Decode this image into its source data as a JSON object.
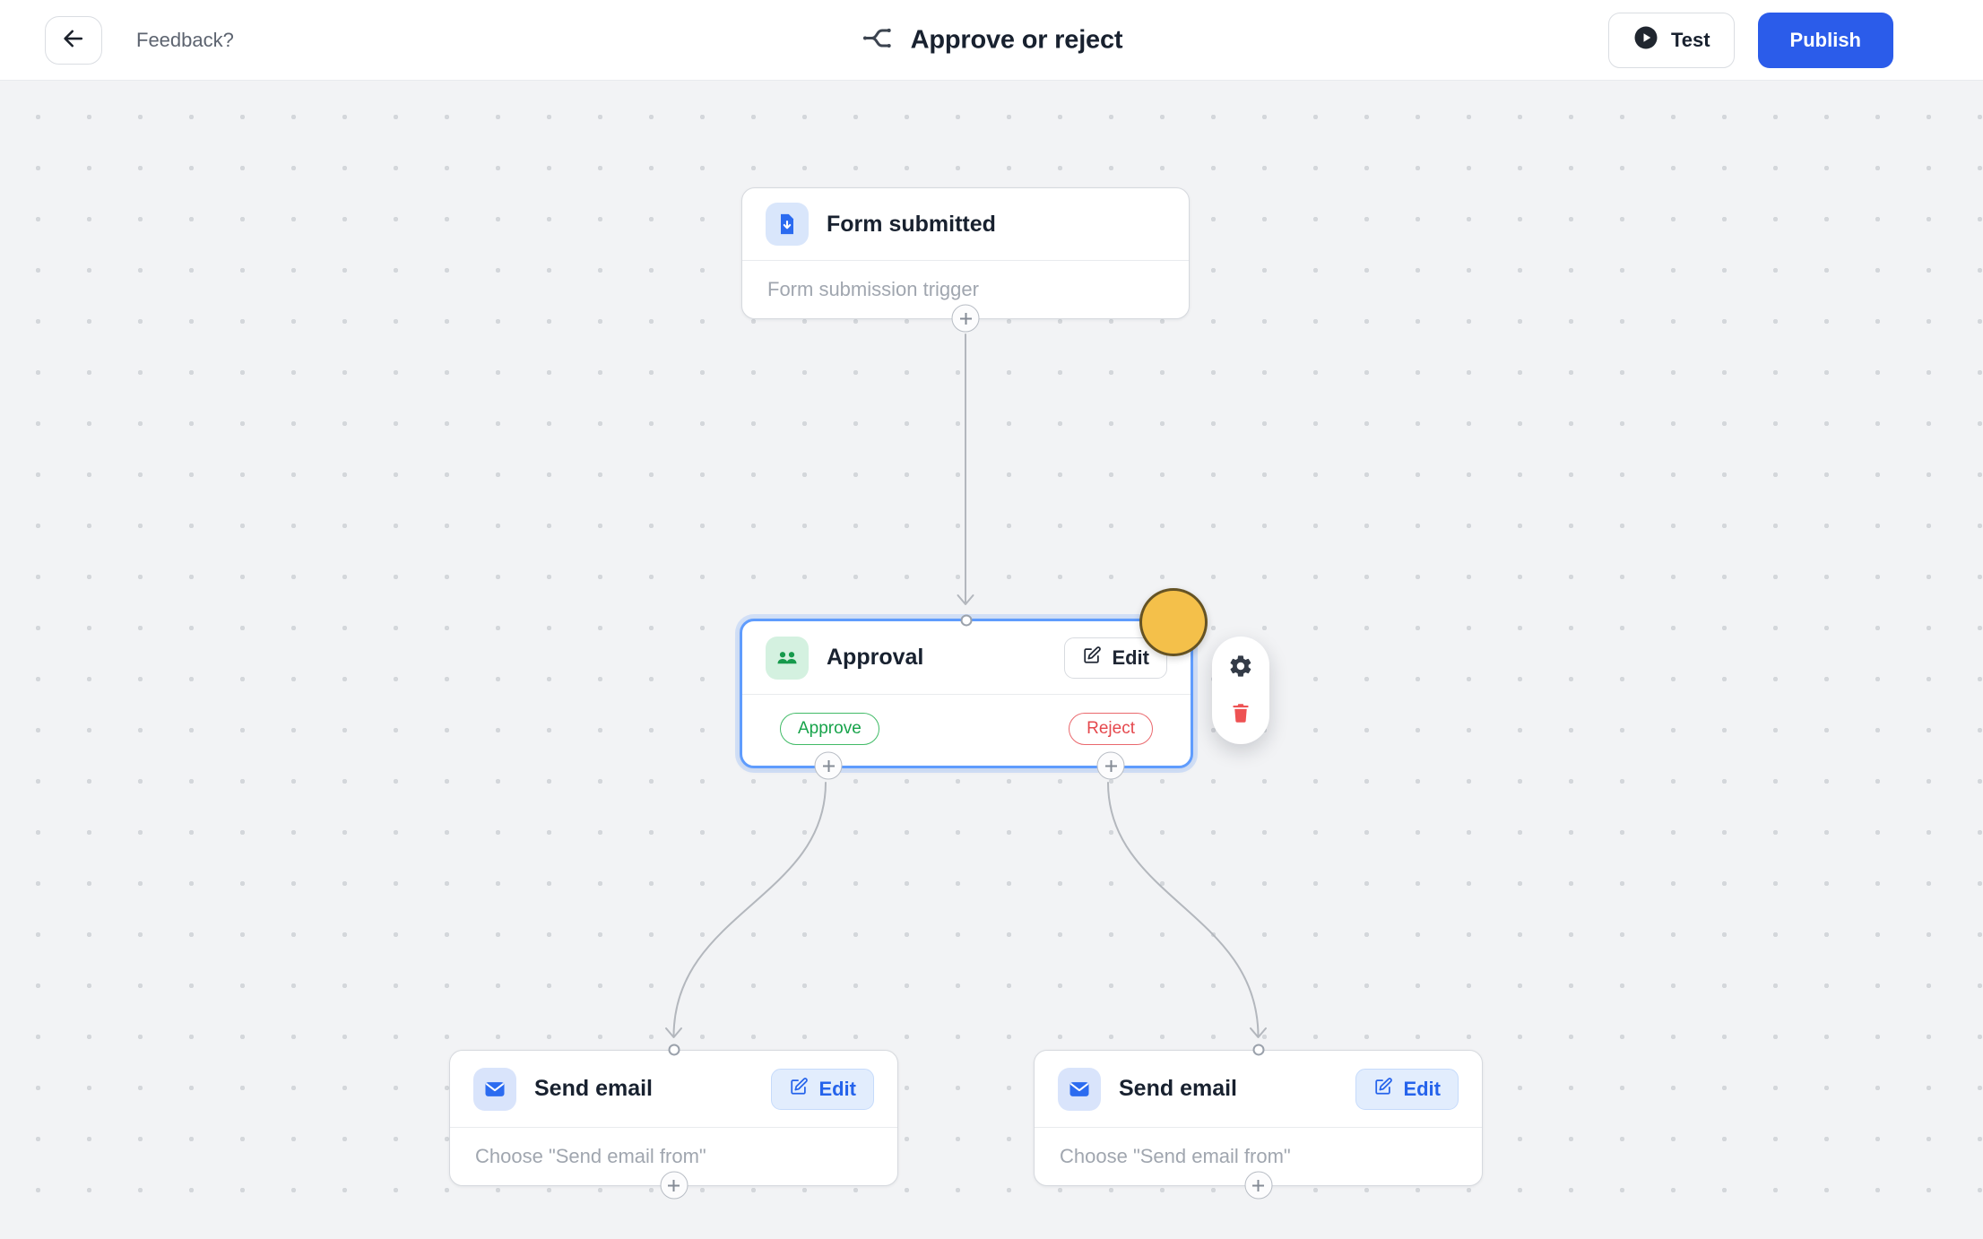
{
  "topbar": {
    "feedback_label": "Feedback?",
    "title": "Approve or reject",
    "test_label": "Test",
    "publish_label": "Publish"
  },
  "canvas": {
    "trigger_node": {
      "title": "Form submitted",
      "subtitle": "Form submission trigger"
    },
    "approval_node": {
      "title": "Approval",
      "edit_label": "Edit",
      "approve_label": "Approve",
      "reject_label": "Reject"
    },
    "email_nodes": [
      {
        "title": "Send email",
        "edit_label": "Edit",
        "subtitle": "Choose \"Send email from\""
      },
      {
        "title": "Send email",
        "edit_label": "Edit",
        "subtitle": "Choose \"Send email from\""
      }
    ]
  },
  "icons": {
    "back": "arrow-left-icon",
    "title": "workflow-branch-icon",
    "test": "play-icon",
    "trigger": "form-download-icon",
    "approval": "users-icon",
    "edit": "pencil-square-icon",
    "email": "envelope-icon",
    "settings": "gear-icon",
    "delete": "trash-icon",
    "connector": "plus-icon"
  },
  "colors": {
    "publish_blue": "#2b5cea",
    "selection_blue": "#5f9cfd",
    "approve_green": "#17a34a",
    "reject_red": "#e5484d",
    "cursor_yellow": "#f4c04a",
    "edit_link_blue": "#2563eb",
    "canvas_bg": "#f2f3f5",
    "topbar_bg": "#ffffff"
  }
}
